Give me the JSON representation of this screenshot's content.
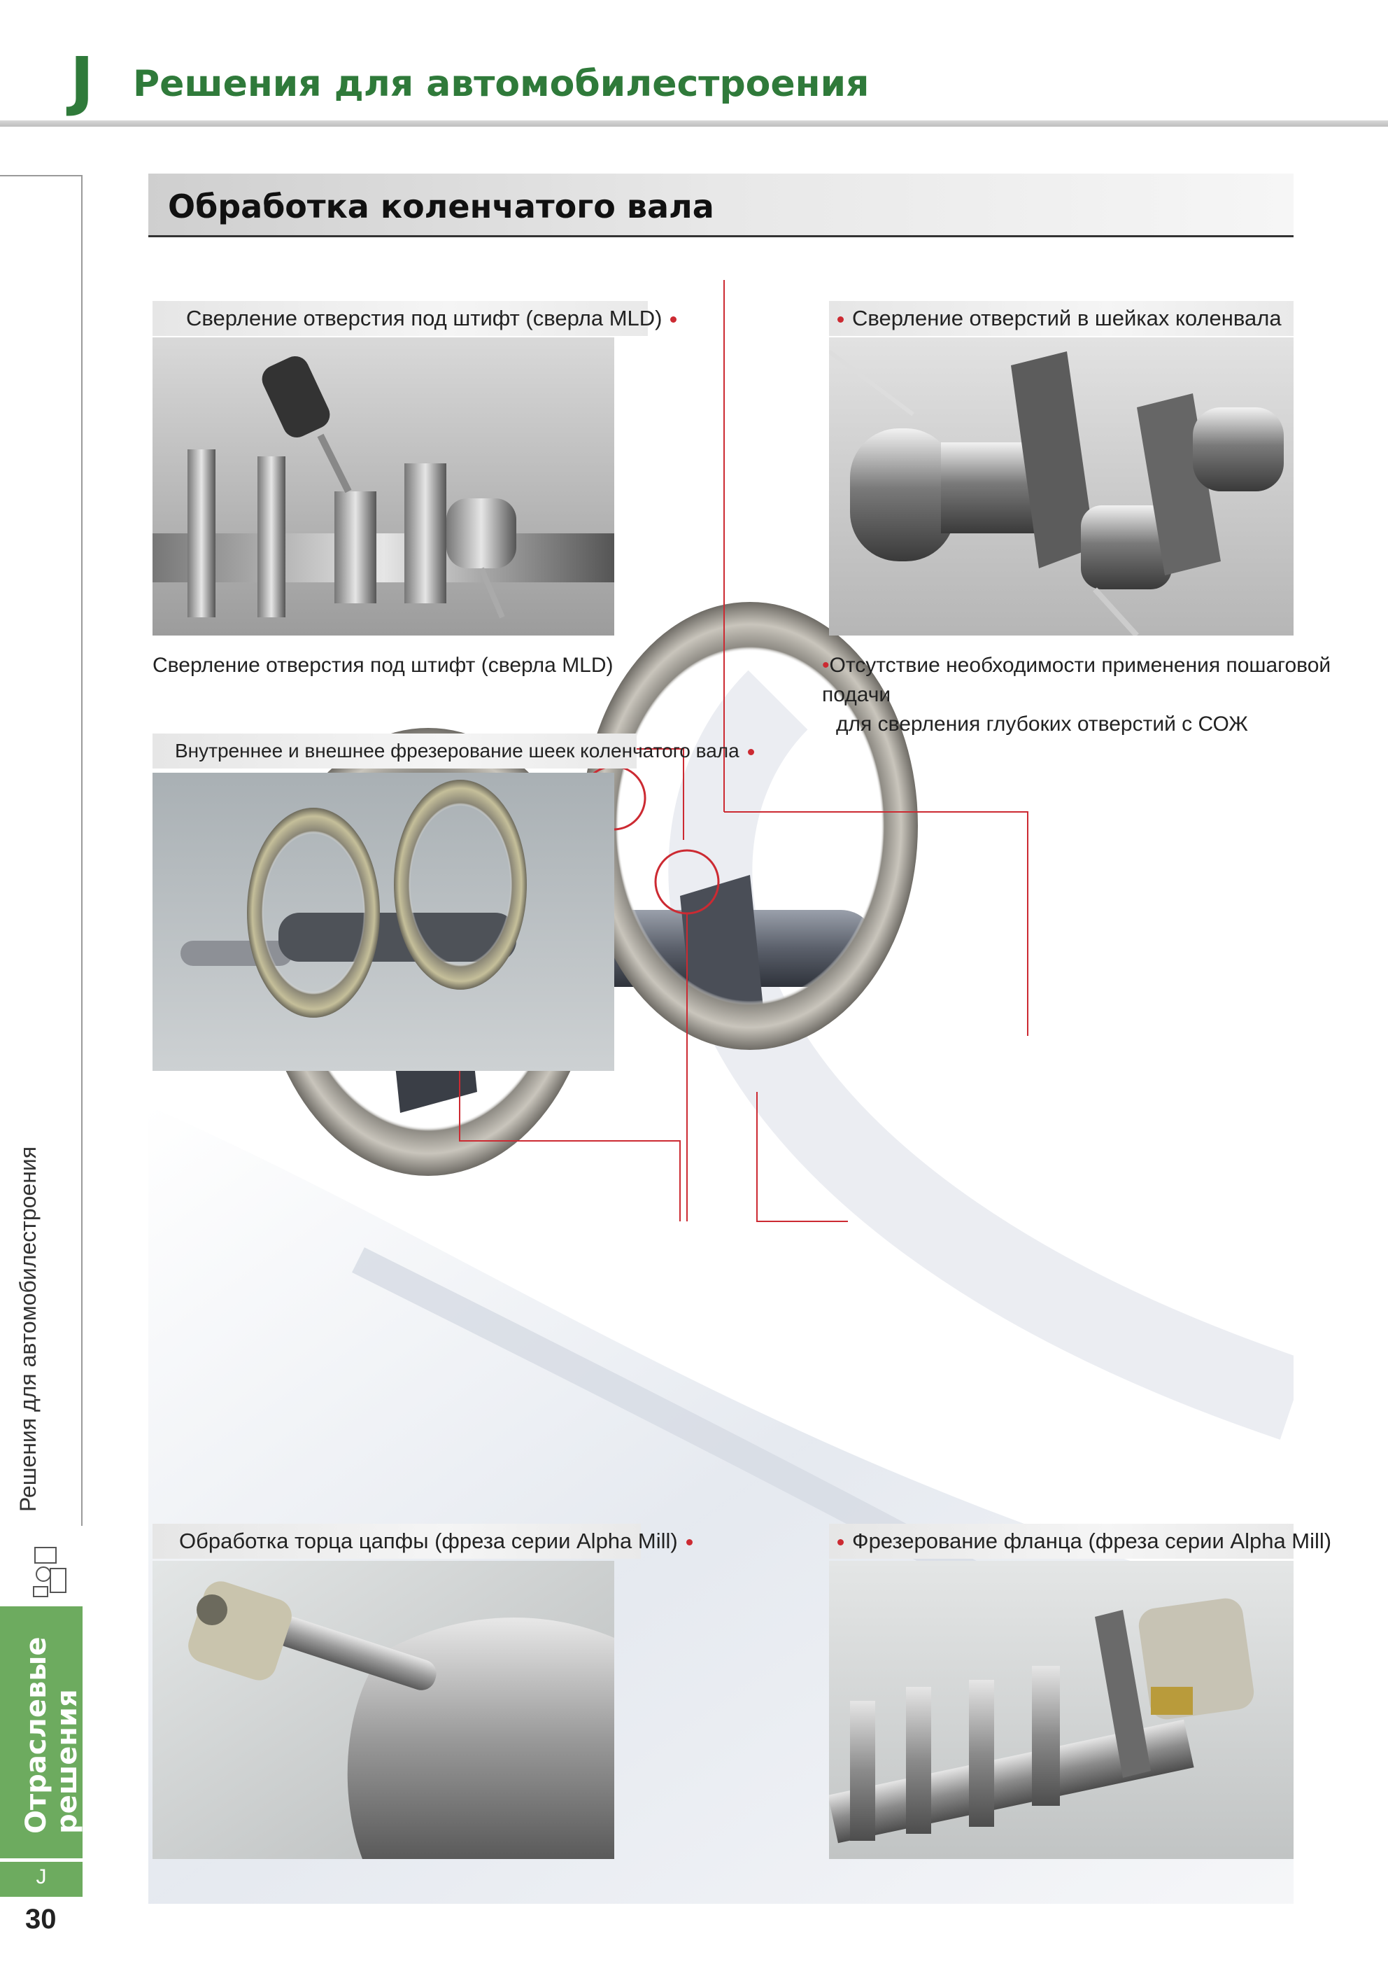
{
  "header": {
    "letter": "J",
    "title": "Решения для автомобилестроения"
  },
  "sidebar": {
    "section_label": "Решения для автомобилестроения",
    "category": "Отраслевые решения",
    "letter": "J",
    "page_number": "30"
  },
  "section": {
    "title": "Обработка коленчатого вала"
  },
  "panels": {
    "pin_drilling": {
      "caption": "Сверление отверстия под штифт (сверла MLD)",
      "note": "Сверление отверстия под штифт (сверла MLD)"
    },
    "journal_drilling": {
      "caption": "Сверление отверстий в шейках коленвала",
      "note_line1": "Отсутствие необходимости применения пошаговой подачи",
      "note_line2": "для сверления глубоких отверстий с СОЖ"
    },
    "milling": {
      "caption": "Внутреннее и внешнее фрезерование шеек коленчатого вала"
    },
    "end_face": {
      "caption": "Обработка торца цапфы (фреза серии Alpha Mill)"
    },
    "flange": {
      "caption": "Фрезерование фланца (фреза серии Alpha Mill)"
    }
  },
  "colors": {
    "accent_green": "#2f7a3a",
    "tab_green": "#6dab5f",
    "callout_red": "#cc2a32"
  }
}
